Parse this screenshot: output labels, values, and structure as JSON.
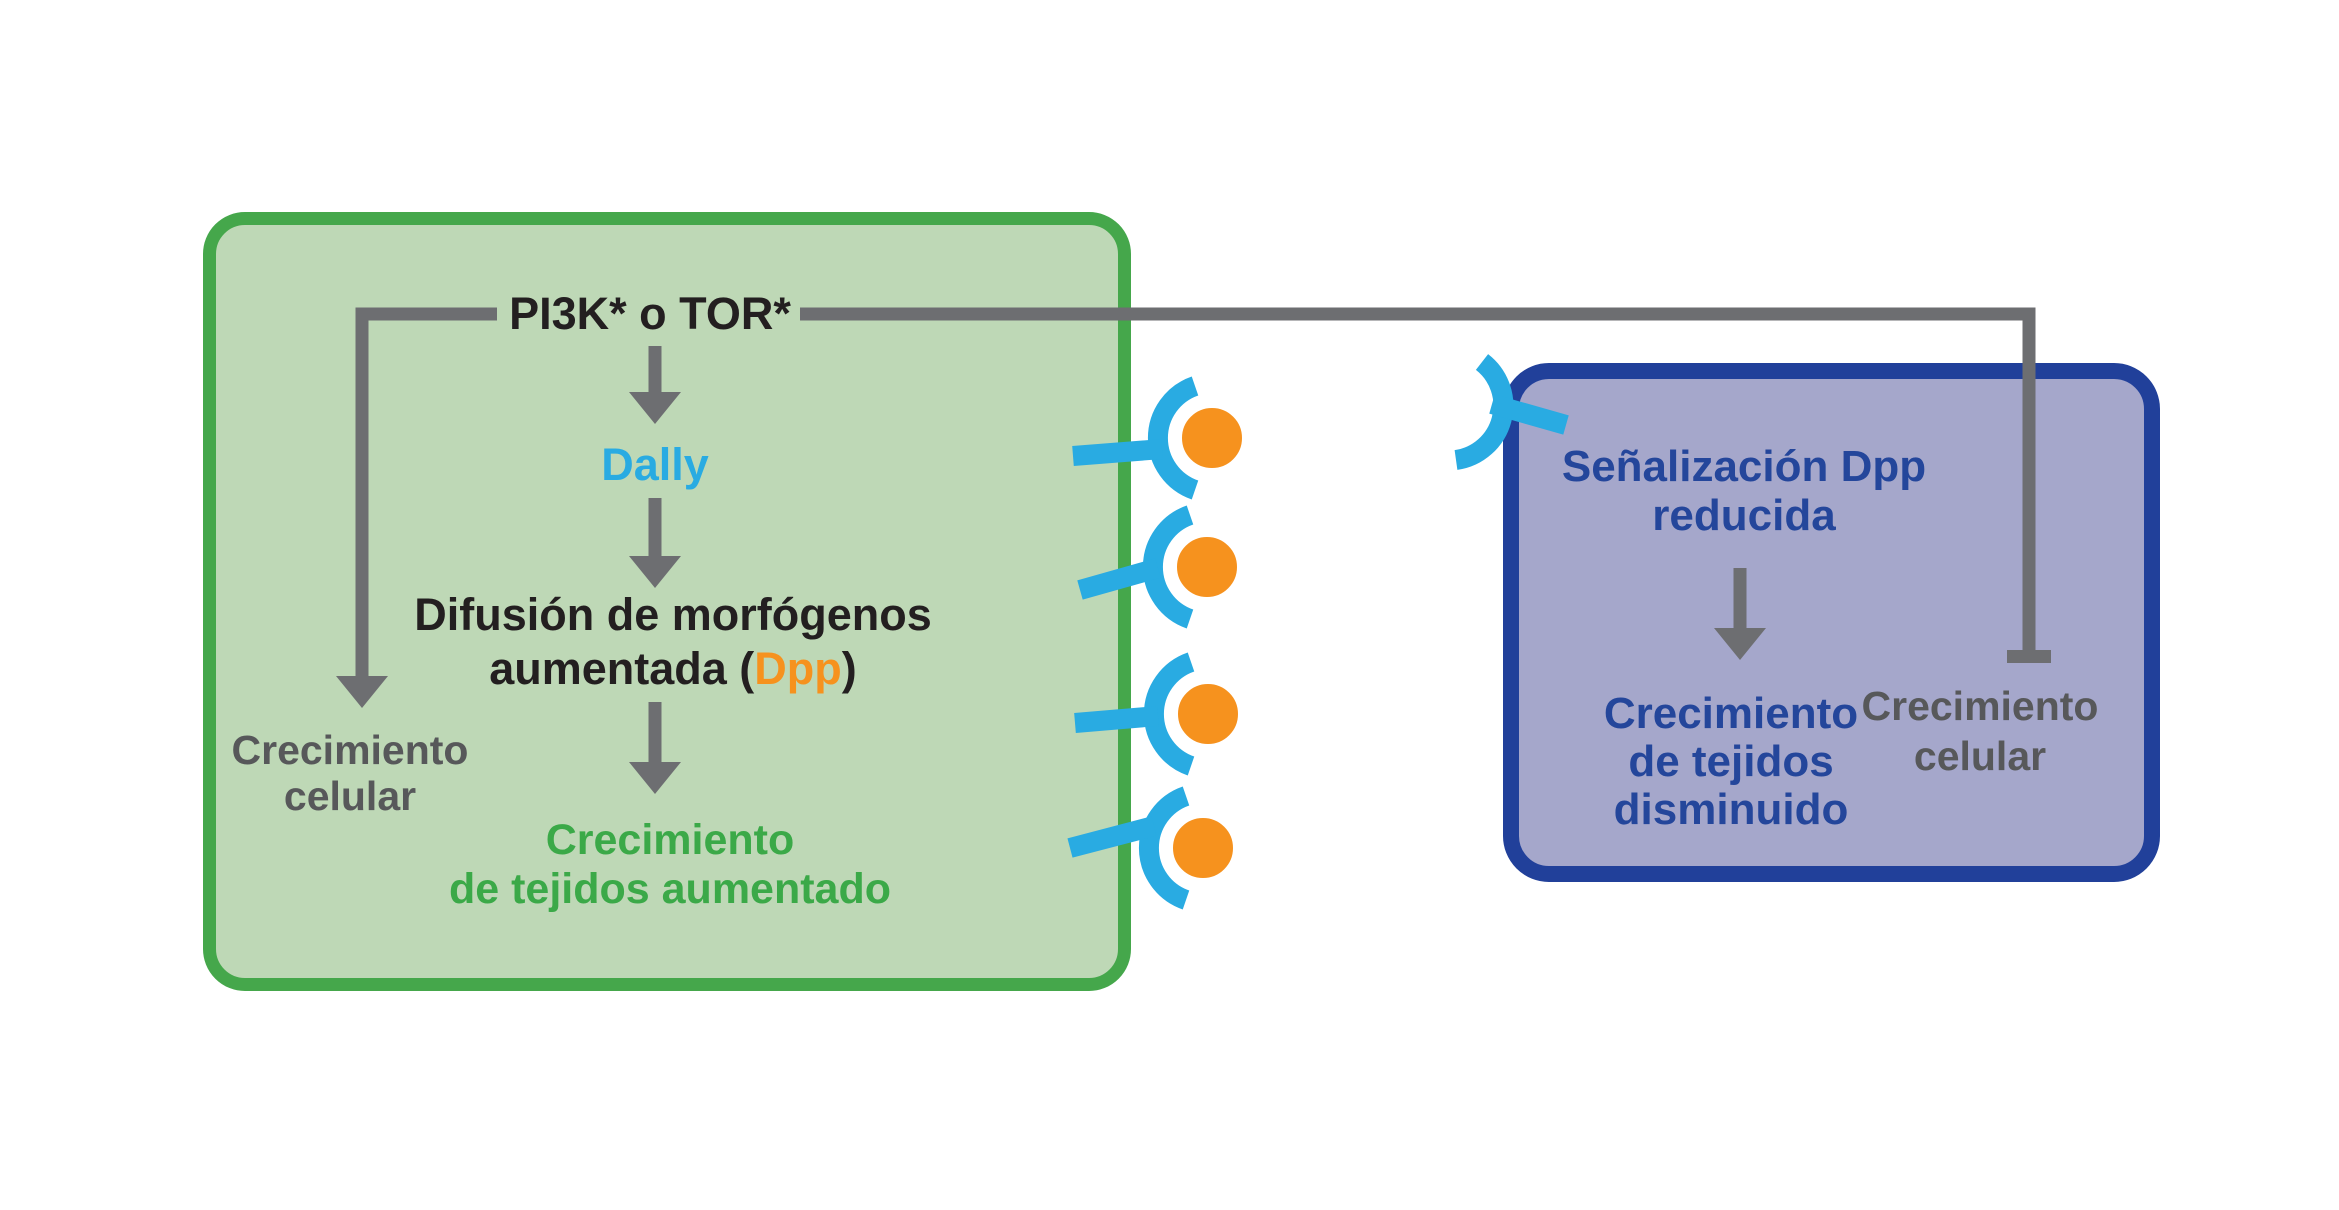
{
  "colors": {
    "canvas_bg": "#FFFFFF",
    "green_cell_fill": "#BED8B6",
    "green_cell_border": "#45A74B",
    "blue_cell_fill": "#A5A7CB",
    "blue_cell_border": "#21409A",
    "connector_gray": "#6D6E71",
    "gray_text": "#57585A",
    "black_text": "#231F20",
    "receptor_cyan": "#29ABE2",
    "morphogen_orange": "#F6921E",
    "green_text": "#3BA948",
    "navy_text": "#24469B"
  },
  "green_cell": {
    "pi3k_label": "PI3K* o TOR*",
    "dally_label": "Dally",
    "diffusion_line1": "Difusión de morfógenos",
    "diffusion_line2_prefix": "aumentada (",
    "diffusion_dpp": "Dpp",
    "diffusion_line2_suffix": ")",
    "tissue_growth_line1": "Crecimiento",
    "tissue_growth_line2": "de tejidos aumentado",
    "cell_growth_line1": "Crecimiento",
    "cell_growth_line2": "celular"
  },
  "blue_cell": {
    "signaling_line1": "Señalización Dpp",
    "signaling_line2": "reducida",
    "tissue_growth_line1": "Crecimiento",
    "tissue_growth_line2": "de tejidos",
    "tissue_growth_line3": "disminuido",
    "cell_growth_line1": "Crecimiento",
    "cell_growth_line2": "celular"
  },
  "icons": {
    "dpp_morphogen": "orange-circle",
    "dally_receptor": "cyan-crescent-with-stem",
    "empty_receptor": "cyan-crescent-with-stem-mirrored",
    "activation_arrow": "gray-down-arrow",
    "inhibition_tbar": "gray-t-bar"
  }
}
